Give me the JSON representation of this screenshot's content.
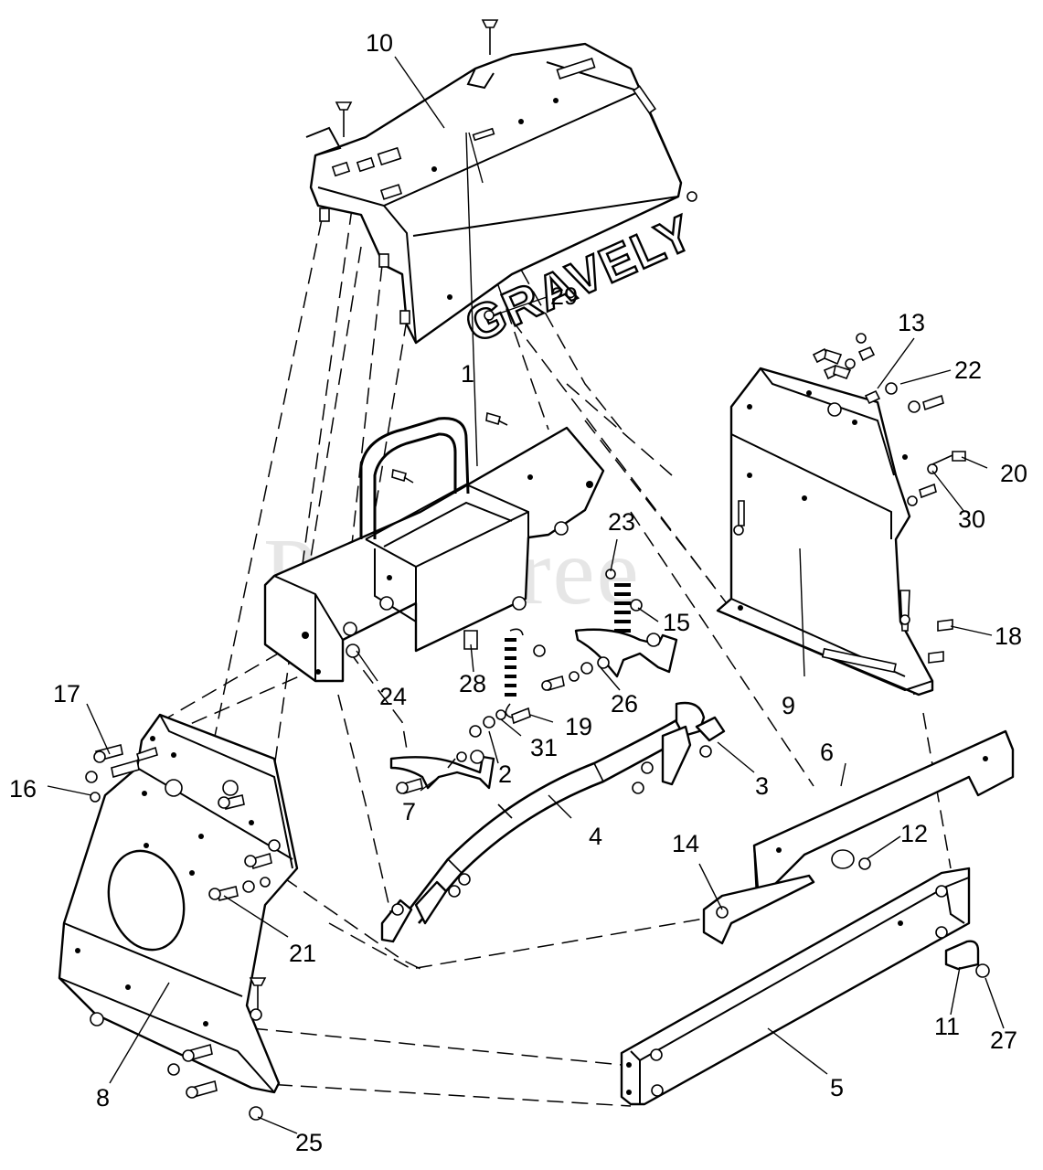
{
  "diagram": {
    "brand_label": "GRAVELY",
    "watermark": "PartsTree",
    "callouts": [
      {
        "id": "10",
        "label": "10"
      },
      {
        "id": "29",
        "label": "29"
      },
      {
        "id": "13",
        "label": "13"
      },
      {
        "id": "22",
        "label": "22"
      },
      {
        "id": "1",
        "label": "1"
      },
      {
        "id": "20",
        "label": "20"
      },
      {
        "id": "30",
        "label": "30"
      },
      {
        "id": "23",
        "label": "23"
      },
      {
        "id": "15",
        "label": "15"
      },
      {
        "id": "18",
        "label": "18"
      },
      {
        "id": "28",
        "label": "28"
      },
      {
        "id": "24",
        "label": "24"
      },
      {
        "id": "26",
        "label": "26"
      },
      {
        "id": "9",
        "label": "9"
      },
      {
        "id": "17",
        "label": "17"
      },
      {
        "id": "19",
        "label": "19"
      },
      {
        "id": "31",
        "label": "31"
      },
      {
        "id": "6",
        "label": "6"
      },
      {
        "id": "2",
        "label": "2"
      },
      {
        "id": "3",
        "label": "3"
      },
      {
        "id": "16",
        "label": "16"
      },
      {
        "id": "7",
        "label": "7"
      },
      {
        "id": "4",
        "label": "4"
      },
      {
        "id": "12",
        "label": "12"
      },
      {
        "id": "14",
        "label": "14"
      },
      {
        "id": "21",
        "label": "21"
      },
      {
        "id": "11",
        "label": "11"
      },
      {
        "id": "27",
        "label": "27"
      },
      {
        "id": "8",
        "label": "8"
      },
      {
        "id": "5",
        "label": "5"
      },
      {
        "id": "25",
        "label": "25"
      }
    ]
  }
}
